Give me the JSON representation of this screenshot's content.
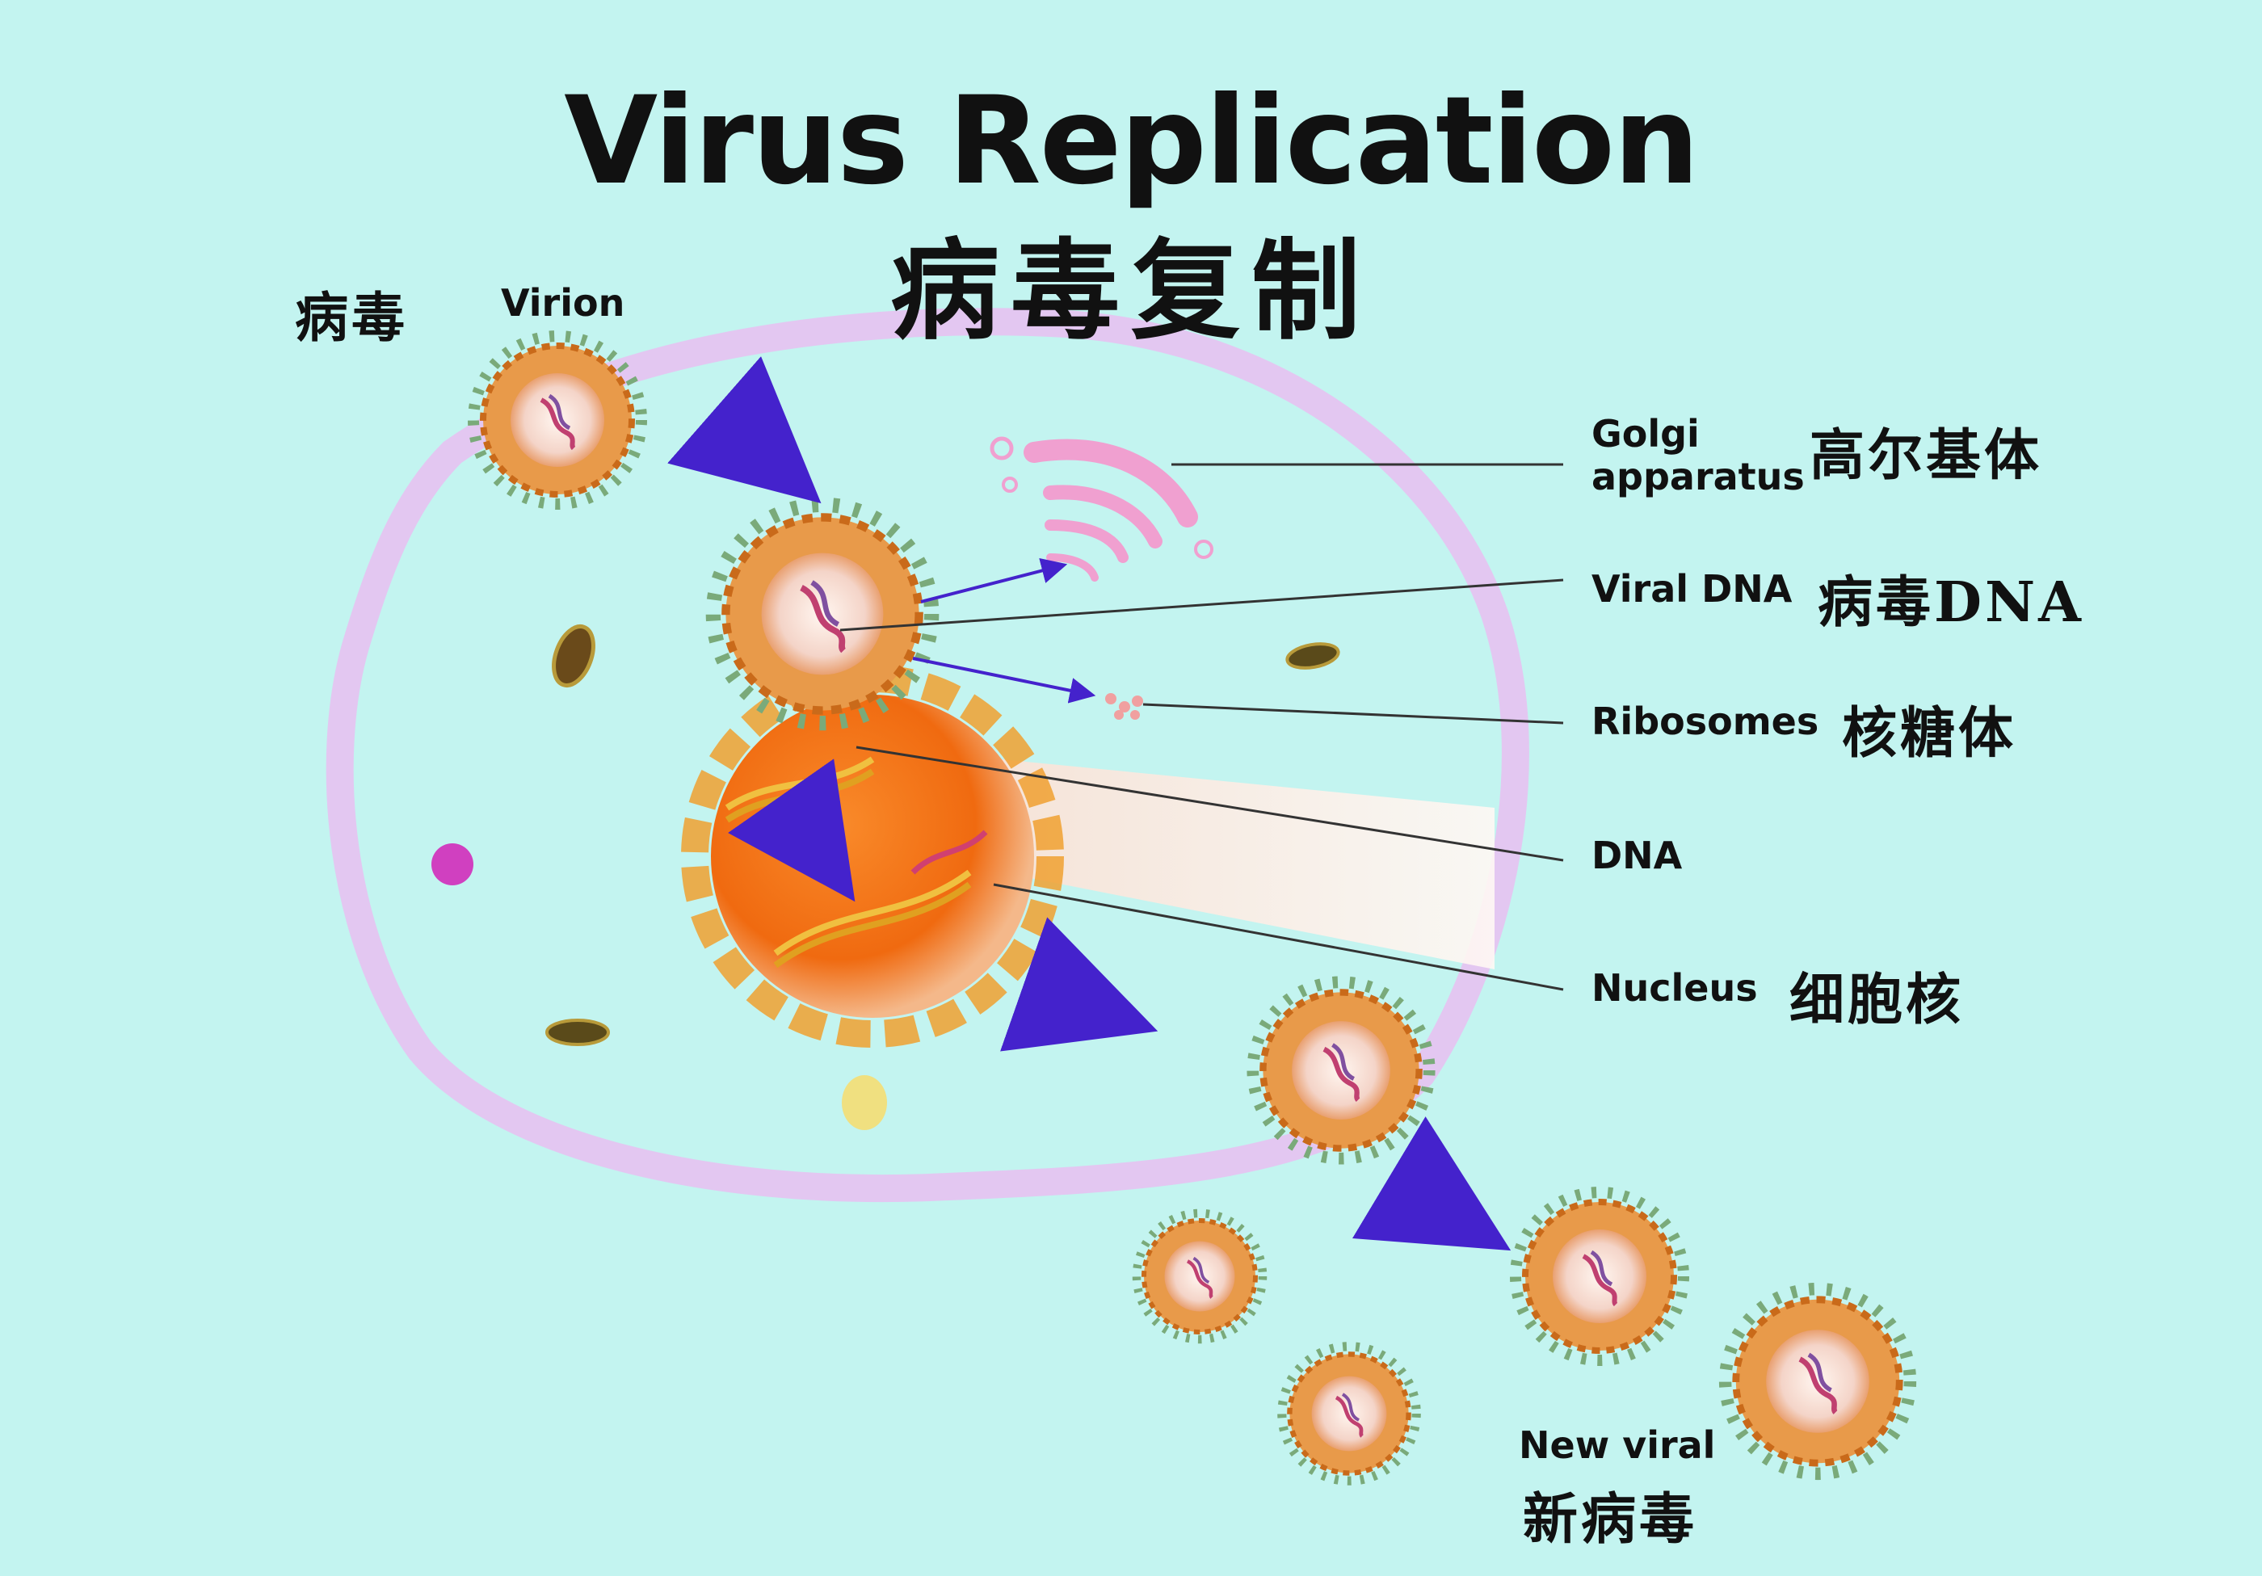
{
  "title": "Virus Replication",
  "title_zh": "病毒复制",
  "virion": {
    "label": "Virion",
    "label_zh": "病毒"
  },
  "labels": {
    "golgi_line1": "Golgi",
    "golgi_line2": "apparatus",
    "golgi_zh": "高尔基体",
    "viral_dna": "Viral DNA",
    "viral_dna_zh": "病毒DNA",
    "ribosomes": "Ribosomes",
    "ribosomes_zh": "核糖体",
    "dna": "DNA",
    "nucleus": "Nucleus",
    "nucleus_zh": "细胞核"
  },
  "new_viral": {
    "label": "New viral",
    "label_zh": "新病毒"
  },
  "colors": {
    "background": "#c3f4f0",
    "cell_membrane": "#e3c7f1",
    "nucleus": "#f07a1e",
    "arrow": "#5533cc",
    "golgi": "#f0a0d0",
    "virus_shell": "#e89a4a",
    "virus_spike": "#7aaa7a"
  },
  "icons": [
    "virus-particle-icon",
    "dna-helix-icon",
    "arrow-icon",
    "mitochondrion-icon"
  ]
}
